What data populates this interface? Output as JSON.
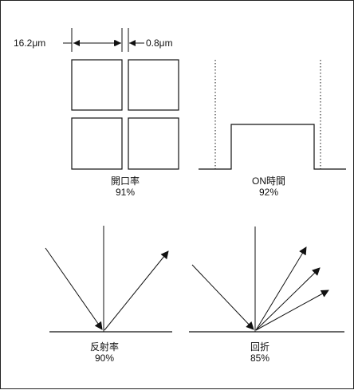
{
  "panels": {
    "aperture": {
      "dim_left": "16.2μm",
      "dim_right": "0.8μm",
      "title": "開口率",
      "value": "91%"
    },
    "on_time": {
      "title": "ON時間",
      "value": "92%"
    },
    "reflectance": {
      "title": "反射率",
      "value": "90%"
    },
    "diffraction": {
      "title": "回折",
      "value": "85%"
    }
  },
  "colors": {
    "line": "#111111",
    "background": "#ffffff"
  }
}
